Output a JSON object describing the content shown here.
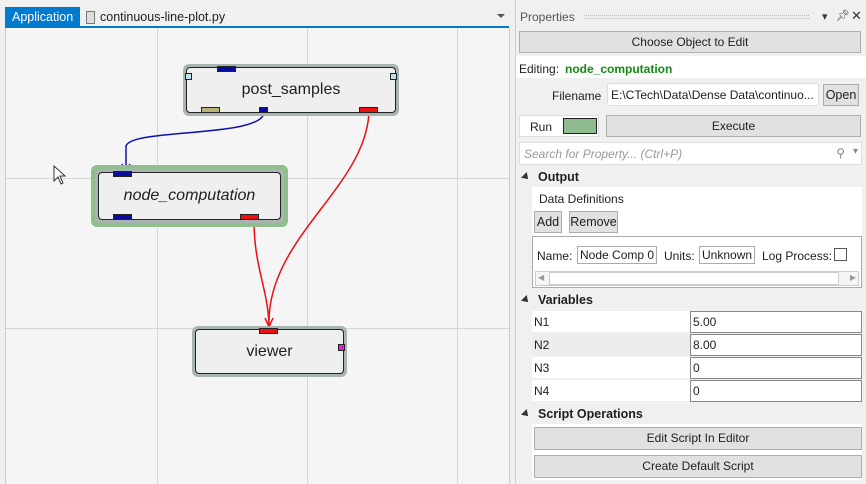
{
  "tabs": [
    {
      "label": "Application",
      "active": true
    },
    {
      "label": "continuous-line-plot.py",
      "active": false
    }
  ],
  "nodes": {
    "post_samples": "post_samples",
    "node_computation": "node_computation",
    "viewer": "viewer"
  },
  "properties": {
    "title": "Properties",
    "choose_label": "Choose Object to Edit",
    "editing_label": "Editing:",
    "editing_value": "node_computation",
    "filename_label": "Filename",
    "filename_value": "E:\\CTech\\Data\\Dense Data\\continuo...",
    "open_label": "Open",
    "run_label": "Run",
    "run_color": "#8fbc8f",
    "execute_label": "Execute",
    "search_placeholder": "Search for Property...  (Ctrl+P)",
    "output": {
      "title": "Output",
      "data_definitions": "Data Definitions",
      "add": "Add",
      "remove": "Remove",
      "name_label": "Name:",
      "name_value": "Node Comp 0",
      "units_label": "Units:",
      "units_value": "Unknown",
      "log_label": "Log Process:"
    },
    "variables": {
      "title": "Variables",
      "rows": [
        {
          "k": "N1",
          "v": "5.00"
        },
        {
          "k": "N2",
          "v": "8.00"
        },
        {
          "k": "N3",
          "v": "0"
        },
        {
          "k": "N4",
          "v": "0"
        }
      ]
    },
    "script": {
      "title": "Script Operations",
      "edit": "Edit Script In Editor",
      "create": "Create Default Script"
    }
  }
}
